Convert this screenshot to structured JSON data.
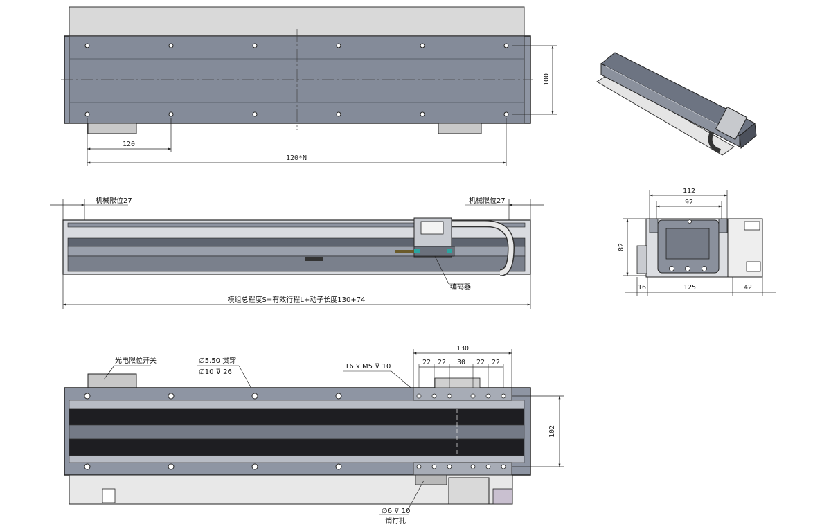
{
  "top_view": {
    "dim_pitch": "120",
    "dim_total": "120*N",
    "dim_width": "100"
  },
  "side_view": {
    "limit_left": "机械限位27",
    "limit_right": "机械限位27",
    "encoder": "编码器",
    "total_length": "模组总程度S=有效行程L+动子长度130+74"
  },
  "bottom_view": {
    "photo_switch": "光电限位开关",
    "hole_a": "∅5.50 贯穿",
    "hole_b": "∅10 ⊽ 26",
    "thread": "16 x M5 ⊽ 10",
    "dim_130": "130",
    "dim_22a": "22",
    "dim_22b": "22",
    "dim_30": "30",
    "dim_22c": "22",
    "dim_22d": "22",
    "dim_102": "102",
    "pin_hole": "∅6 ⊽ 10",
    "pin_hole_label": "销钉孔"
  },
  "end_view": {
    "dim_112": "112",
    "dim_92": "92",
    "dim_82": "82",
    "dim_16": "16",
    "dim_125": "125",
    "dim_42": "42"
  }
}
